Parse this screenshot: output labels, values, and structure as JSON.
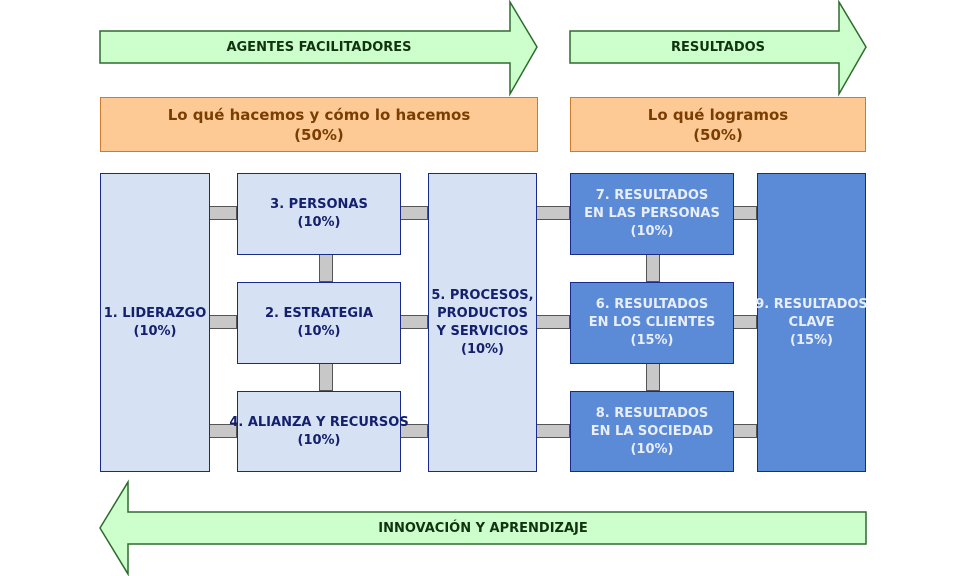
{
  "arrows": {
    "agentes": "AGENTES FACILITADORES",
    "resultados": "RESULTADOS",
    "innovacion": "INNOVACIÓN Y APRENDIZAJE"
  },
  "headers": {
    "hacemos": "Lo qué hacemos y cómo lo hacemos\n(50%)",
    "logramos": "Lo qué logramos\n(50%)"
  },
  "boxes": {
    "liderazgo": "1. LIDERAZGO\n(10%)",
    "personas": "3. PERSONAS\n(10%)",
    "estrategia": "2. ESTRATEGIA\n(10%)",
    "alianza": "4. ALIANZA Y RECURSOS\n(10%)",
    "procesos": "5. PROCESOS,\nPRODUCTOS\nY SERVICIOS\n(10%)",
    "res_personas": "7. RESULTADOS\nEN LAS PERSONAS\n(10%)",
    "res_clientes": "6. RESULTADOS\nEN LOS CLIENTES\n(15%)",
    "res_sociedad": "8. RESULTADOS\nEN LA SOCIEDAD\n(10%)",
    "res_clave": "9. RESULTADOS\nCLAVE\n(15%)"
  },
  "colors": {
    "arrow_fill": "#ccffcc",
    "header_fill": "#fdca96",
    "light_box": "#d7e1f4",
    "dark_box": "#5b8ad6"
  }
}
